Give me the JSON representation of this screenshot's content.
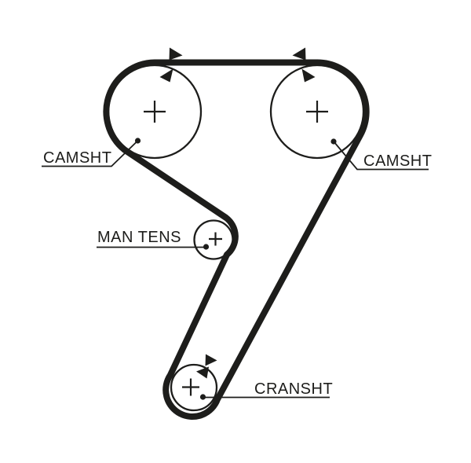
{
  "diagram": {
    "type": "timing-belt-routing",
    "labels": {
      "cam_left": "CAMSHT",
      "cam_right": "CAMSHT",
      "tensioner": "MAN TENS",
      "crank": "CRANSHT"
    },
    "pulleys": [
      {
        "id": "camshaft-left",
        "label": "CAMSHT"
      },
      {
        "id": "camshaft-right",
        "label": "CAMSHT"
      },
      {
        "id": "manual-tensioner",
        "label": "MAN TENS"
      },
      {
        "id": "crankshaft",
        "label": "CRANSHT"
      }
    ],
    "icons": {
      "center_mark": "plus",
      "direction_marker": "filled-triangle-arrow",
      "leader_end": "filled-dot"
    },
    "colors": {
      "ink": "#1d1d1b",
      "background": "#ffffff"
    }
  }
}
